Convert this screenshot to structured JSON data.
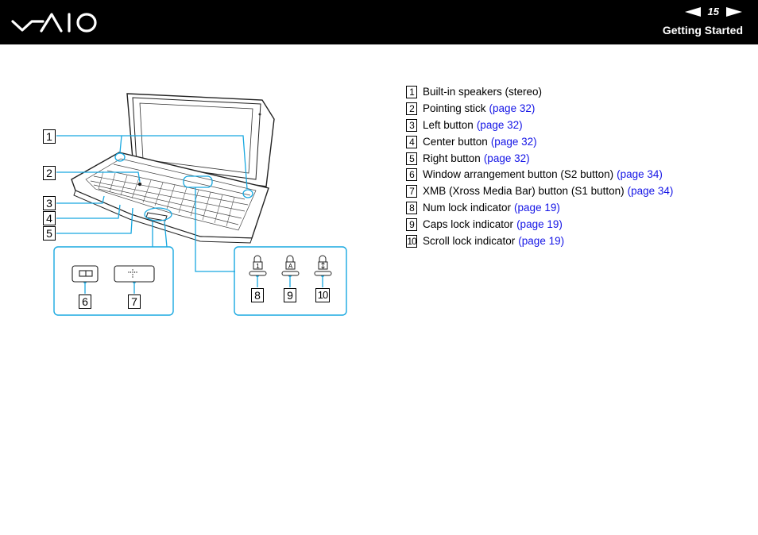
{
  "header": {
    "page_number": "15",
    "section_title": "Getting Started",
    "logo_text": "VAIO"
  },
  "figure": {
    "callouts": [
      "1",
      "2",
      "3",
      "4",
      "5",
      "6",
      "7",
      "8",
      "9",
      "10"
    ]
  },
  "list": [
    {
      "num": "1",
      "label": "Built-in speakers (stereo)",
      "link": ""
    },
    {
      "num": "2",
      "label": "Pointing stick",
      "link": "(page 32)"
    },
    {
      "num": "3",
      "label": "Left button",
      "link": "(page 32)"
    },
    {
      "num": "4",
      "label": "Center button",
      "link": "(page 32)"
    },
    {
      "num": "5",
      "label": "Right button",
      "link": "(page 32)"
    },
    {
      "num": "6",
      "label": "Window arrangement button (S2 button)",
      "link": "(page 34)"
    },
    {
      "num": "7",
      "label": "XMB (Xross Media Bar) button (S1 button)",
      "link": "(page 34)"
    },
    {
      "num": "8",
      "label": "Num lock indicator",
      "link": "(page 19)"
    },
    {
      "num": "9",
      "label": "Caps lock indicator",
      "link": "(page 19)"
    },
    {
      "num": "10",
      "label": "Scroll lock indicator",
      "link": "(page 19)"
    }
  ],
  "colors": {
    "header_bg": "#000000",
    "link": "#1414e6",
    "callout_line": "#18a8e0"
  },
  "icons": {
    "prev": "triangle-left-icon",
    "next": "triangle-right-icon"
  }
}
